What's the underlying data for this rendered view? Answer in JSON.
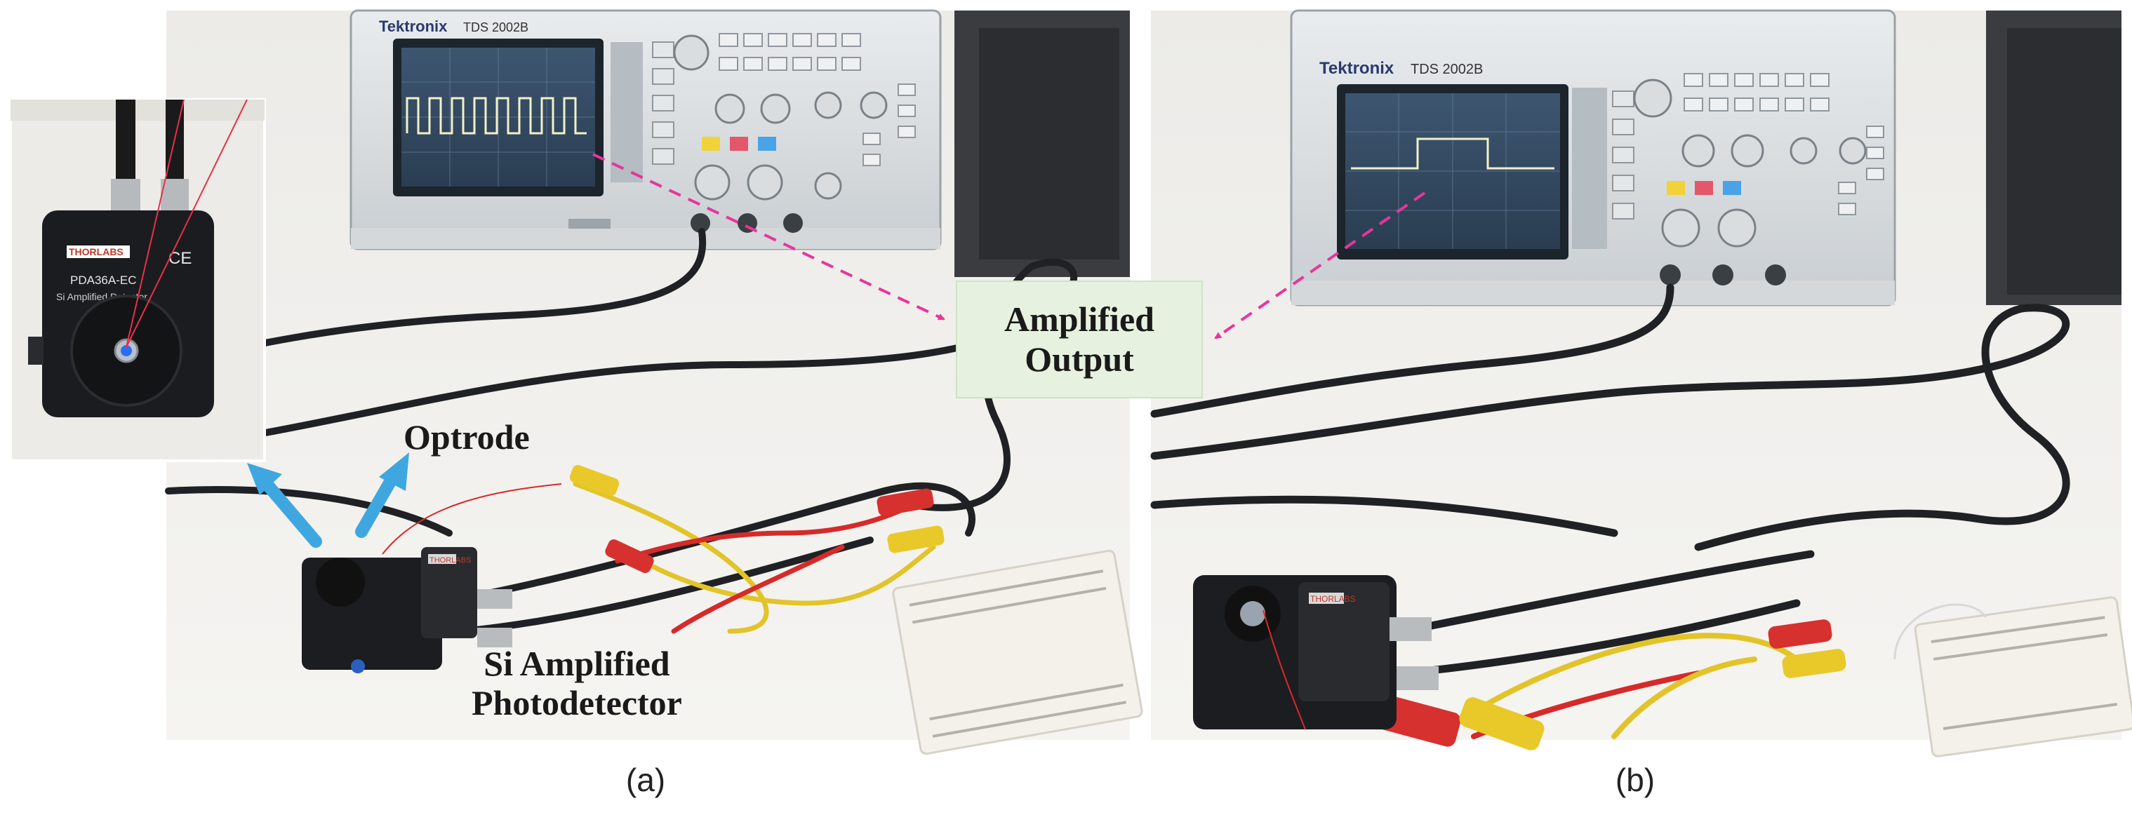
{
  "panel_a": {
    "caption": "(a)",
    "scope_brand": "Tektronix",
    "scope_model": "TDS 2002B",
    "inset_brand": "THORLABS",
    "inset_model": "PDA36A-EC",
    "inset_desc": "Si Amplified Detector",
    "detector_brand": "THORLABS",
    "labels": {
      "optrode": "Optrode",
      "photodetector_line1": "Si Amplified",
      "photodetector_line2": "Photodetector"
    }
  },
  "panel_b": {
    "caption": "(b)",
    "scope_brand": "Tektronix",
    "scope_model": "TDS 2002B",
    "detector_brand": "THORLABS"
  },
  "center_label": {
    "line1": "Amplified",
    "line2": "Output"
  },
  "colors": {
    "arrow_blue": "#3fa7e0",
    "dashed_magenta": "#e8359c",
    "label_box_fill": "#e6f2df"
  }
}
